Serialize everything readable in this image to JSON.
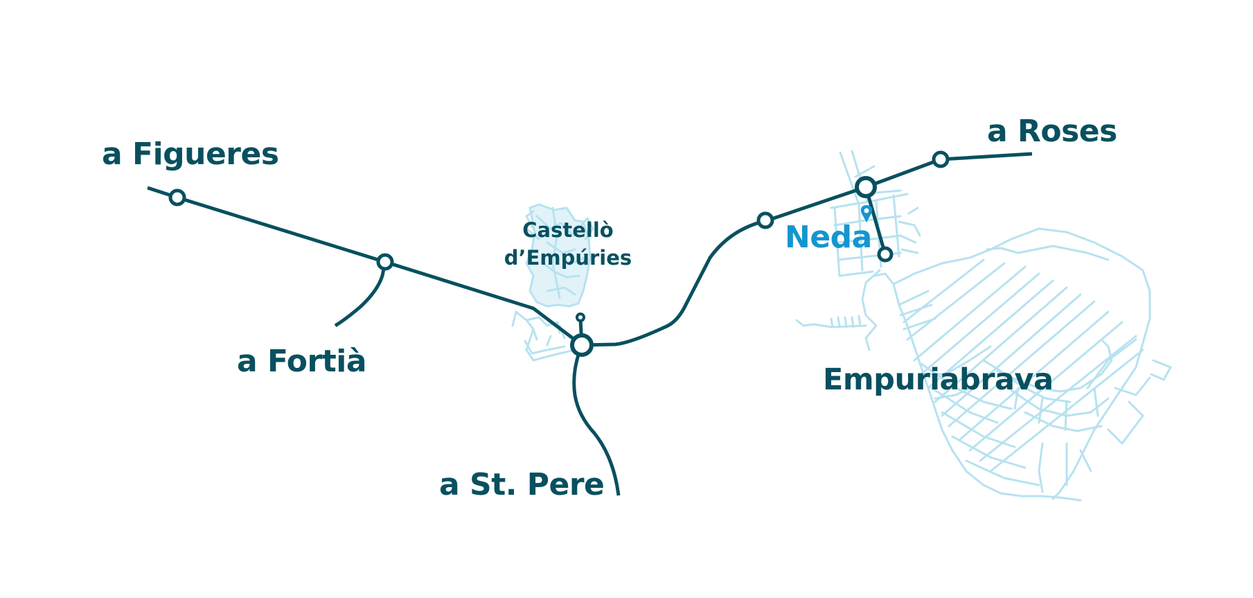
{
  "labels": {
    "figueres": "a Figueres",
    "fortia": "a Fortià",
    "st_pere": "a St. Pere",
    "roses": "a Roses",
    "castello_line1": "Castellò",
    "castello_line2": "d’Empúries",
    "neda": "Neda",
    "empuriabrava": "Empuriabrava"
  },
  "icons": {
    "location_pin": "map-pin-icon",
    "junction": "circle-node-icon",
    "roundabout": "roundabout-icon"
  },
  "colors": {
    "road": "#08505f",
    "label": "#08505f",
    "urban": "#b7e2f0",
    "highlight": "#1595cf",
    "background": "#ffffff"
  }
}
